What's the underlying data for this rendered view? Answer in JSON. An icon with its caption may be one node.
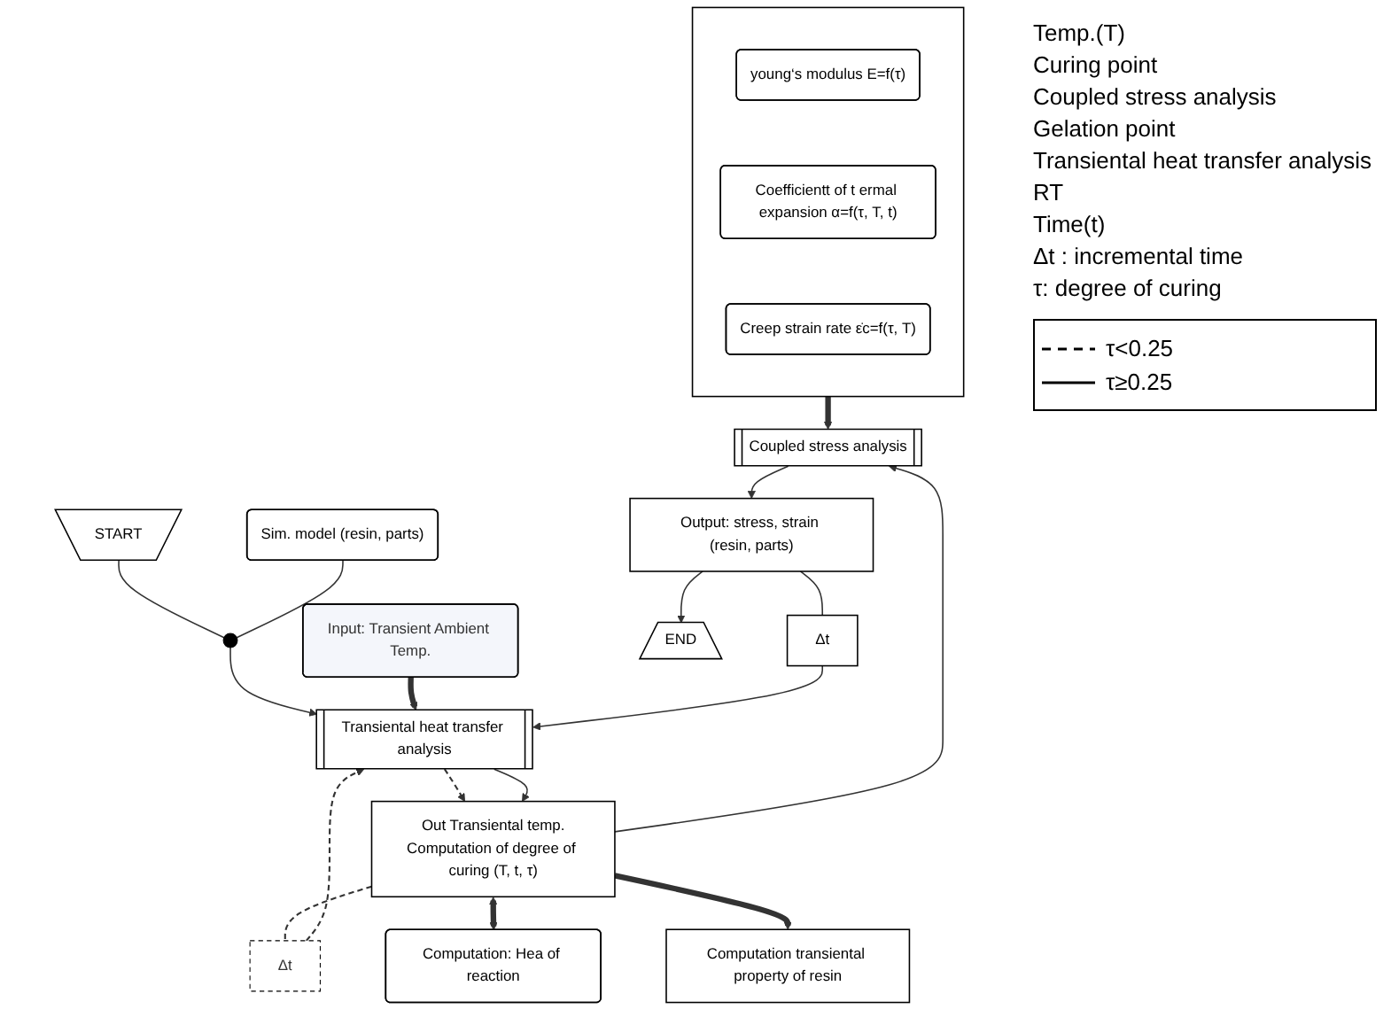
{
  "diagram": {
    "nodes": [
      {
        "text": [
          "START"
        ]
      },
      {
        "text": [
          "Sim. model (resin, parts)"
        ]
      },
      {
        "text": [],
        "shape": "circle"
      },
      {
        "text": [
          "Transiental heat transfer analysis"
        ]
      },
      {
        "text": [
          "Input: Transient Ambient Temp."
        ]
      },
      {
        "text": [
          "Δt"
        ]
      },
      {
        "text": [
          "Out Transiental temp.",
          "Computation of degree of curing (T, t, τ)"
        ]
      },
      {
        "text": [
          "Computation: Hea of reaction"
        ]
      },
      {
        "text": [
          "Computation transiental property of resin"
        ]
      },
      {
        "text": [],
        "shape": "box"
      },
      {
        "text": [
          "young‘s modulus E=f(τ)"
        ],
        "in": 9
      },
      {
        "text": [
          "Coefficientt of t ermal expansion α=f(τ, T, t)"
        ],
        "in": 9
      },
      {
        "text": [
          "Creep strain rate ε̇c=f(τ, T)"
        ],
        "in": 9
      },
      {
        "text": [
          "Coupled stress analysis"
        ]
      },
      {
        "text": [
          "Δt"
        ]
      },
      {
        "text": [
          "Output: stress, strain (resin, parts)"
        ]
      },
      {
        "text": [
          "END"
        ]
      }
    ],
    "edges": [
      {
        "from": 0,
        "to": 2,
        "arrow": "none"
      },
      {
        "from": 1,
        "to": 2,
        "arrow": "none"
      },
      {
        "from": 2,
        "to": 3,
        "arrow": "to"
      },
      {
        "from": 4,
        "to": 3,
        "arrow": "to",
        "style": "thick"
      },
      {
        "from": 3,
        "to": 6,
        "arrow": "to",
        "style": "dashed"
      },
      {
        "from": 3,
        "to": 6,
        "arrow": "to"
      },
      {
        "from": 6,
        "to": 5,
        "arrow": "none",
        "style": "dashed"
      },
      {
        "from": 5,
        "to": 3,
        "arrow": "to",
        "style": "dashed"
      },
      {
        "from": 6,
        "to": 7,
        "arrow": "both",
        "style": "thick"
      },
      {
        "from": 6,
        "to": 8,
        "arrow": "to",
        "style": "thick"
      },
      {
        "from": 9,
        "to": 13,
        "arrow": "to",
        "style": "thick"
      },
      {
        "from": 6,
        "to": 13,
        "arrow": "to"
      },
      {
        "from": 13,
        "to": 15,
        "arrow": "to"
      },
      {
        "from": 15,
        "to": 14,
        "arrow": "none"
      },
      {
        "from": 14,
        "to": 3,
        "arrow": "to"
      },
      {
        "from": 15,
        "to": 16,
        "arrow": "to"
      }
    ],
    "labels": [
      "Temp.(T)",
      "Curing point",
      "Coupled stress analysis",
      "Gelation point",
      "Transiental heat transfer analysis",
      "RT",
      "Time(t)",
      "Δt : incremental time",
      "τ: degree of curing"
    ],
    "legend": [
      {
        "text": "τ<0.25"
      },
      {
        "text": "τ≥0.25"
      }
    ]
  }
}
